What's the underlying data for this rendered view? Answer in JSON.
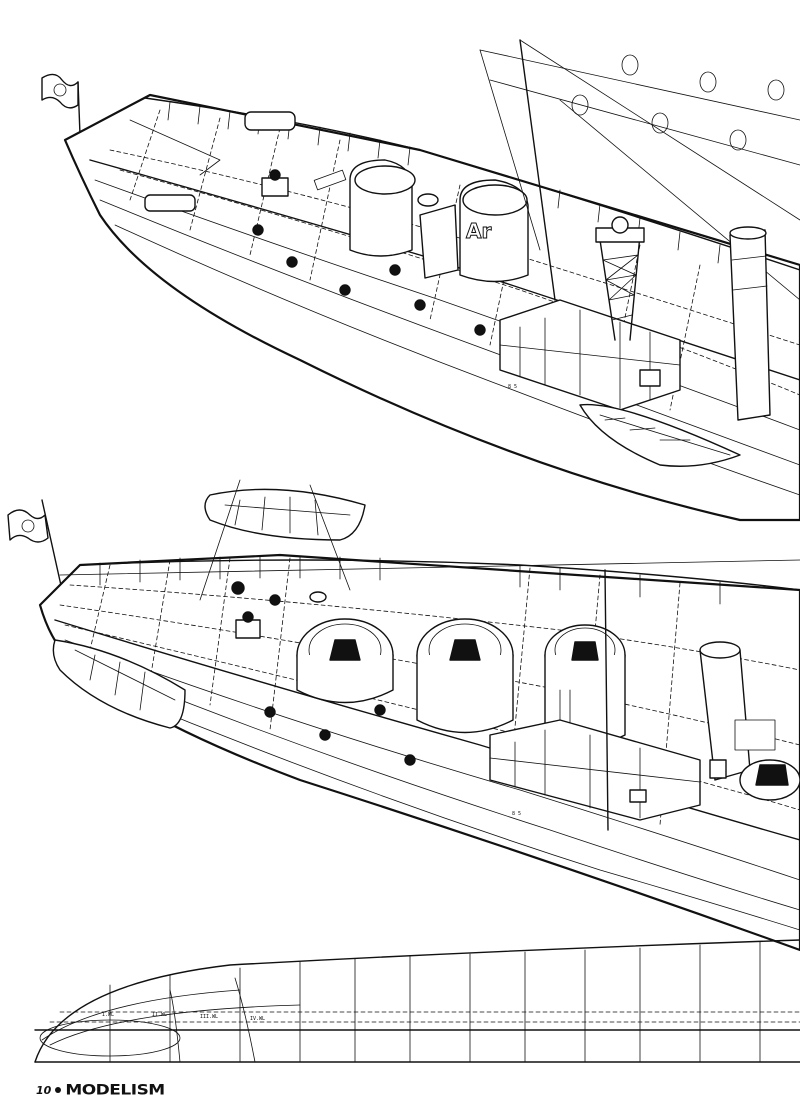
{
  "document": {
    "turret_marking": "Ar",
    "waterline_labels": [
      "I.WL",
      "II.WL",
      "III.WL",
      "IV.WL"
    ],
    "footer": {
      "page_number": "10",
      "magazine_logo": "MODELISM"
    }
  }
}
